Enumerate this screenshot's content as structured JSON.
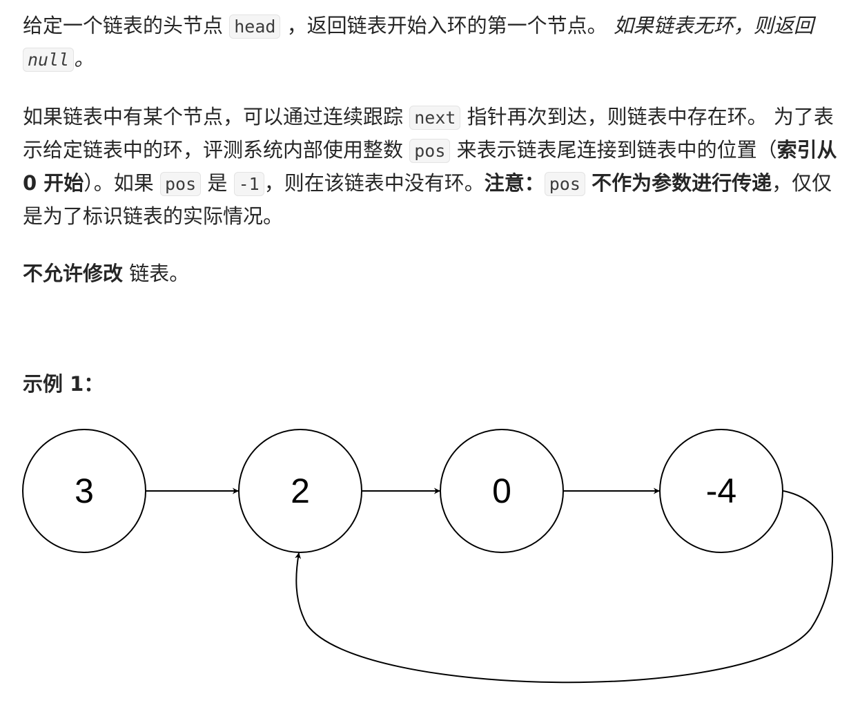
{
  "paragraph1": {
    "text_a": "给定一个链表的头节点 ",
    "code_head": "head",
    "text_b": " ，返回链表开始入环的第一个节点。 ",
    "em_text_a": "如果链表无环，则返回 ",
    "em_code_null": "null",
    "em_text_b": "。"
  },
  "paragraph2": {
    "text_a": "如果链表中有某个节点，可以通过连续跟踪 ",
    "code_next": "next",
    "text_b": " 指针再次到达，则链表中存在环。 为了表示给定链表中的环，评测系统内部使用整数 ",
    "code_pos1": "pos",
    "text_c": " 来表示链表尾连接到链表中的位置（",
    "strong_index": "索引从 0 开始",
    "text_d": "）。如果 ",
    "code_pos2": "pos",
    "text_e": " 是 ",
    "code_minus1": "-1",
    "text_f": "，则在该链表中没有环。",
    "strong_note": "注意：",
    "code_pos3": "pos",
    "strong_not_param": "不作为参数进行传递",
    "text_g": "，仅仅是为了标识链表的实际情况。"
  },
  "paragraph3": {
    "strong_text": "不允许修改",
    "text": " 链表。"
  },
  "example": {
    "title": "示例 1："
  },
  "diagram": {
    "nodes": [
      {
        "label": "3"
      },
      {
        "label": "2"
      },
      {
        "label": "0"
      },
      {
        "label": "-4"
      }
    ],
    "stroke_color": "#000000"
  }
}
